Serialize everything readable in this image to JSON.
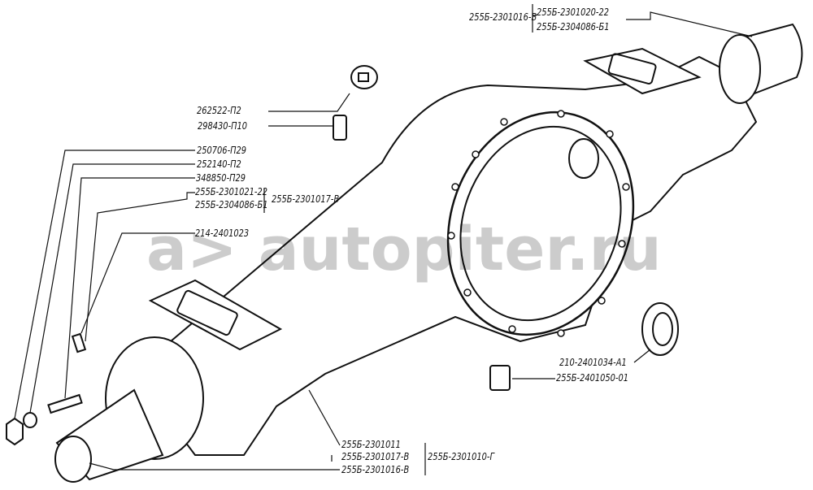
{
  "watermark": {
    "logo": "a>",
    "text": "autopiter.ru"
  },
  "labels": {
    "top_assembly": "255Б-2301016-В",
    "top_part_1": "255Б-2301020-22",
    "top_part_2": "255Б-2304086-Б1",
    "plug": "262522-П2",
    "breather": "298430-П10",
    "nut": "250706-П29",
    "washer": "252140-П2",
    "stud": "348850-П29",
    "left_part_1": "255Б-2301021-22",
    "left_part_2": "255Б-2304086-Б1",
    "left_assembly": "255Б-2301017-В",
    "pin": "214-2401023",
    "seal": "210-2401034-А1",
    "drain_plug": "255Б-2401050-01",
    "housing": "255Б-2301011",
    "bottom_part_1": "255Б-2301017-В",
    "bottom_part_2": "255Б-2301016-В",
    "main_assembly": "255Б-2301010-Г"
  }
}
